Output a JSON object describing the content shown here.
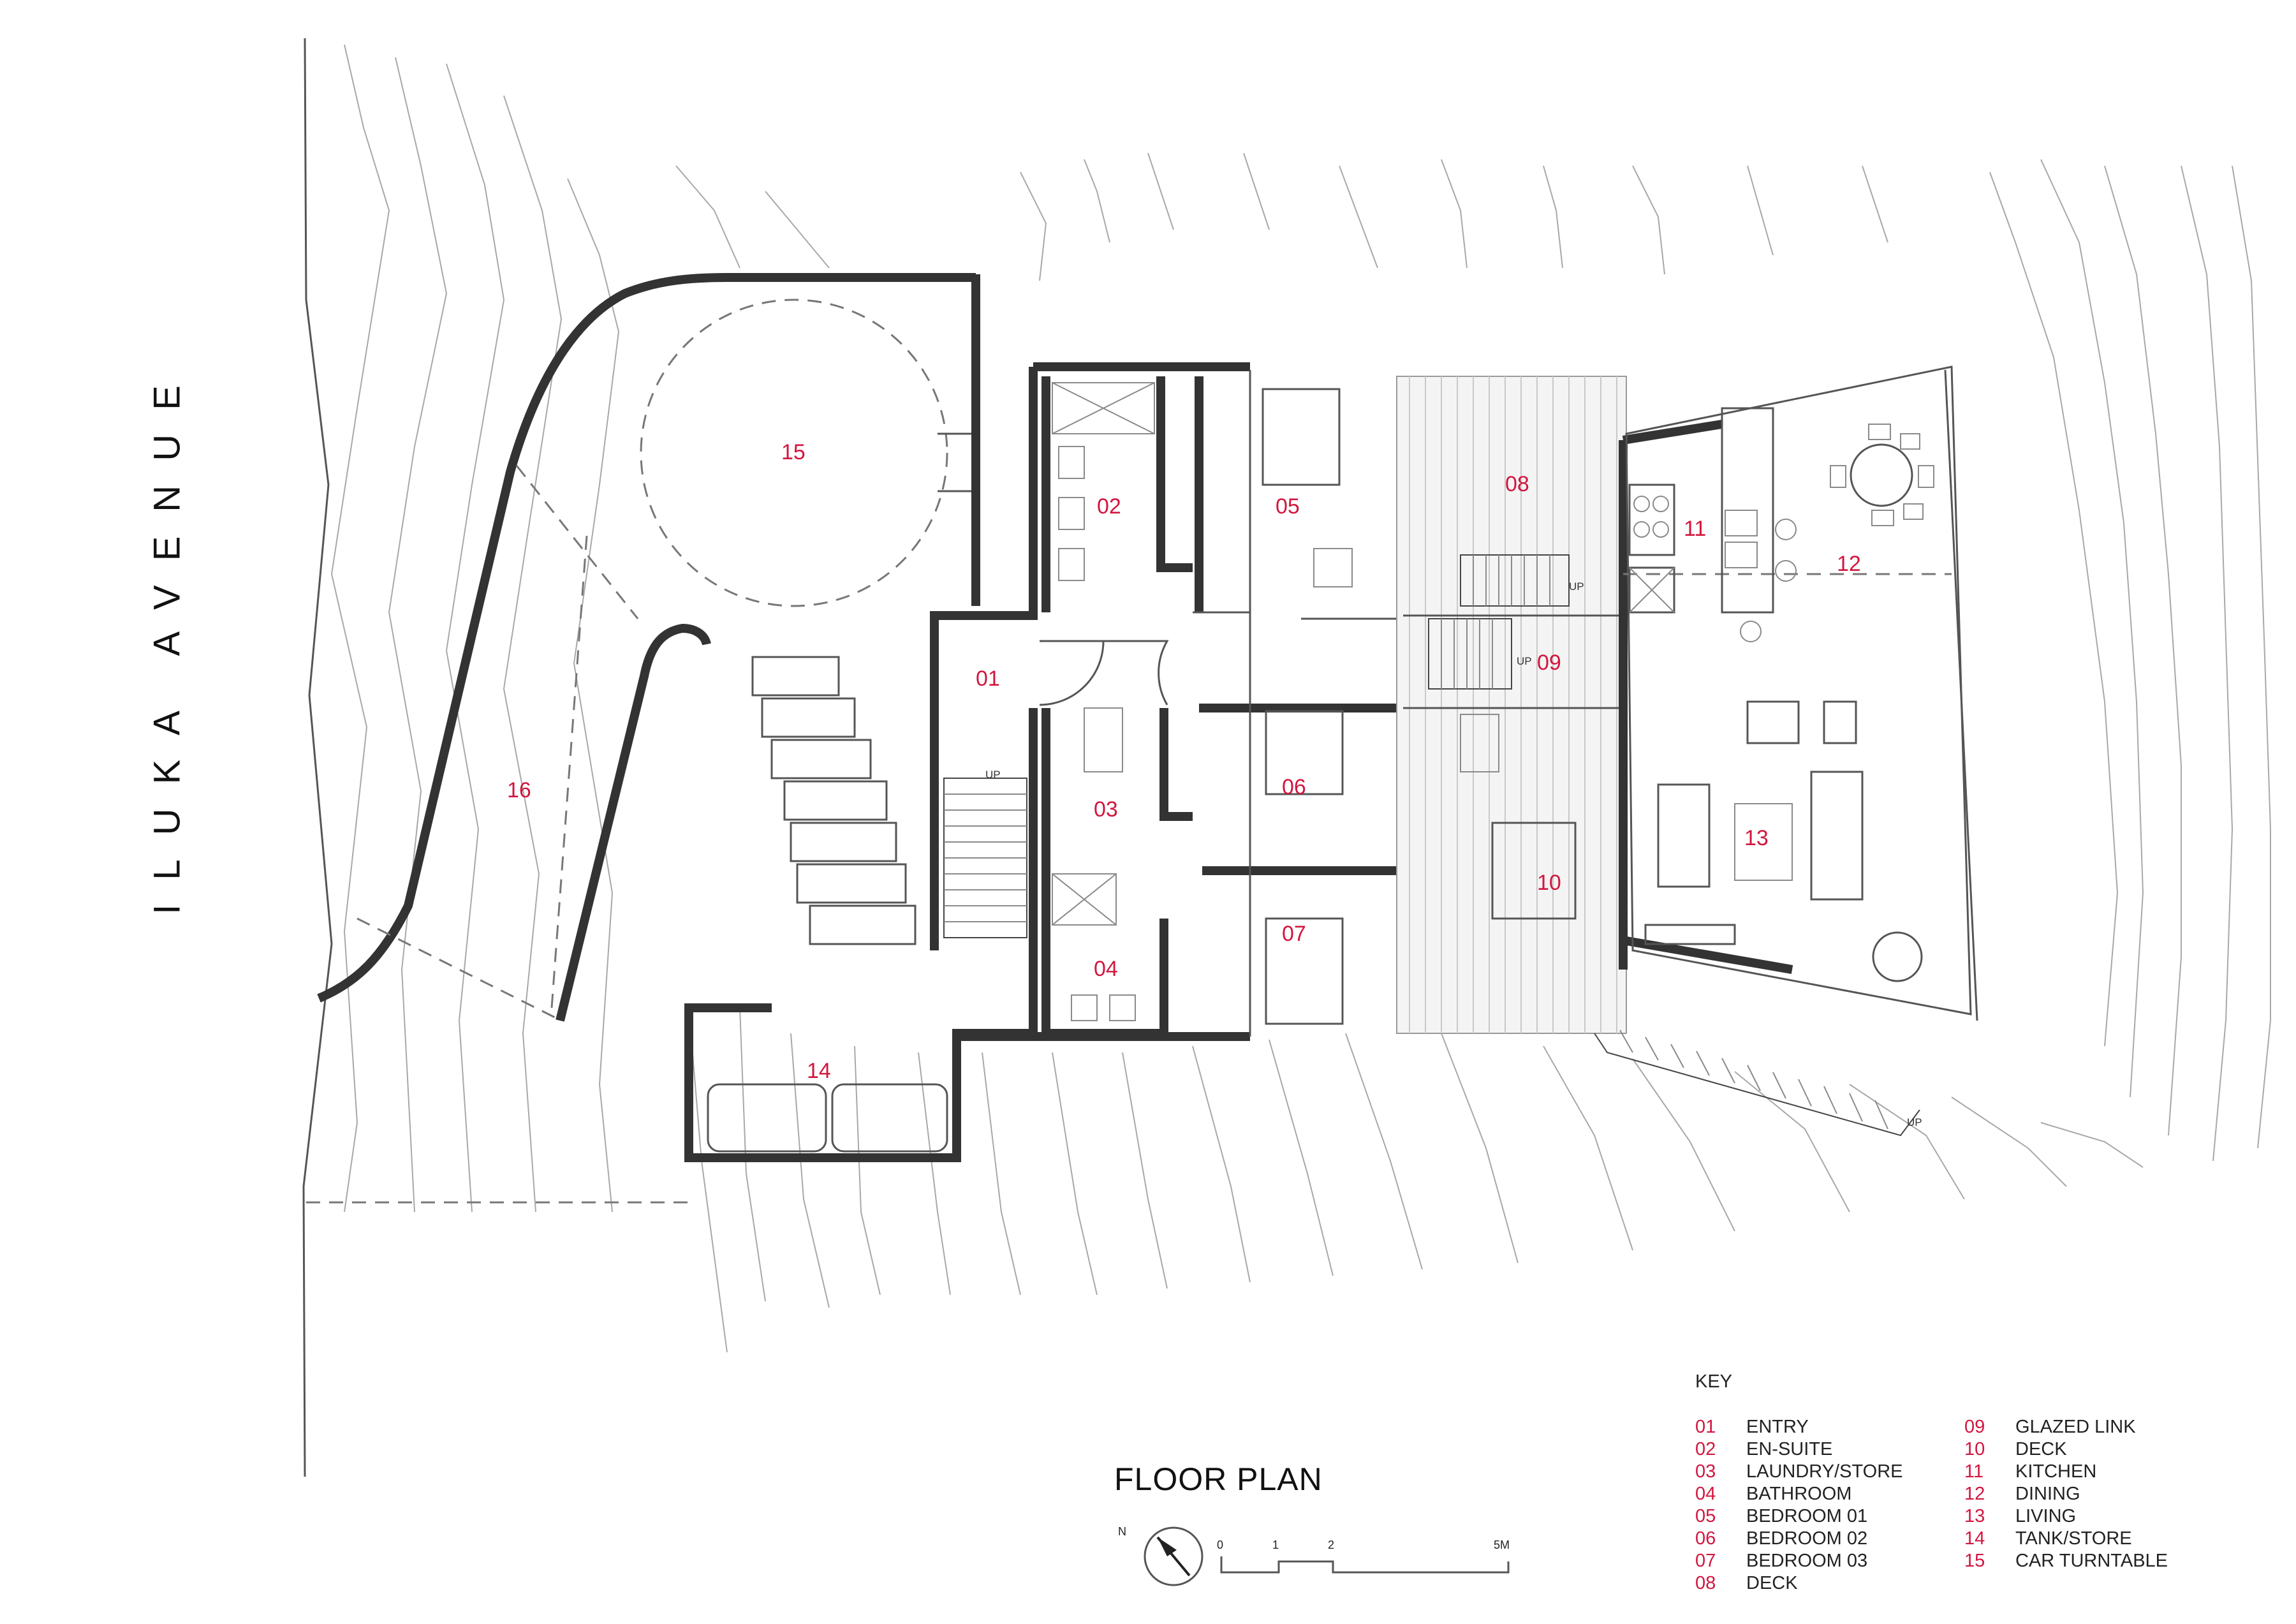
{
  "street_label": "ILUKA AVENUE",
  "title": "FLOOR PLAN",
  "key_title": "KEY",
  "key_left": [
    {
      "num": "01",
      "label": "ENTRY"
    },
    {
      "num": "02",
      "label": "EN-SUITE"
    },
    {
      "num": "03",
      "label": "LAUNDRY/STORE"
    },
    {
      "num": "04",
      "label": "BATHROOM"
    },
    {
      "num": "05",
      "label": "BEDROOM 01"
    },
    {
      "num": "06",
      "label": "BEDROOM 02"
    },
    {
      "num": "07",
      "label": "BEDROOM 03"
    },
    {
      "num": "08",
      "label": "DECK"
    }
  ],
  "key_right": [
    {
      "num": "09",
      "label": "GLAZED LINK"
    },
    {
      "num": "10",
      "label": "DECK"
    },
    {
      "num": "11",
      "label": "KITCHEN"
    },
    {
      "num": "12",
      "label": "DINING"
    },
    {
      "num": "13",
      "label": "LIVING"
    },
    {
      "num": "14",
      "label": "TANK/STORE"
    },
    {
      "num": "15",
      "label": "CAR TURNTABLE"
    }
  ],
  "rooms": {
    "r01": "01",
    "r02": "02",
    "r03": "03",
    "r04": "04",
    "r05": "05",
    "r06": "06",
    "r07": "07",
    "r08": "08",
    "r09": "09",
    "r10": "10",
    "r11": "11",
    "r12": "12",
    "r13": "13",
    "r14": "14",
    "r15": "15",
    "r16": "16"
  },
  "stair_up": "UP",
  "north": "N",
  "scale": {
    "t0": "0",
    "t1": "1",
    "t2": "2",
    "t5": "5M"
  },
  "colors": {
    "accent": "#d2163f",
    "wall": "#333333"
  }
}
